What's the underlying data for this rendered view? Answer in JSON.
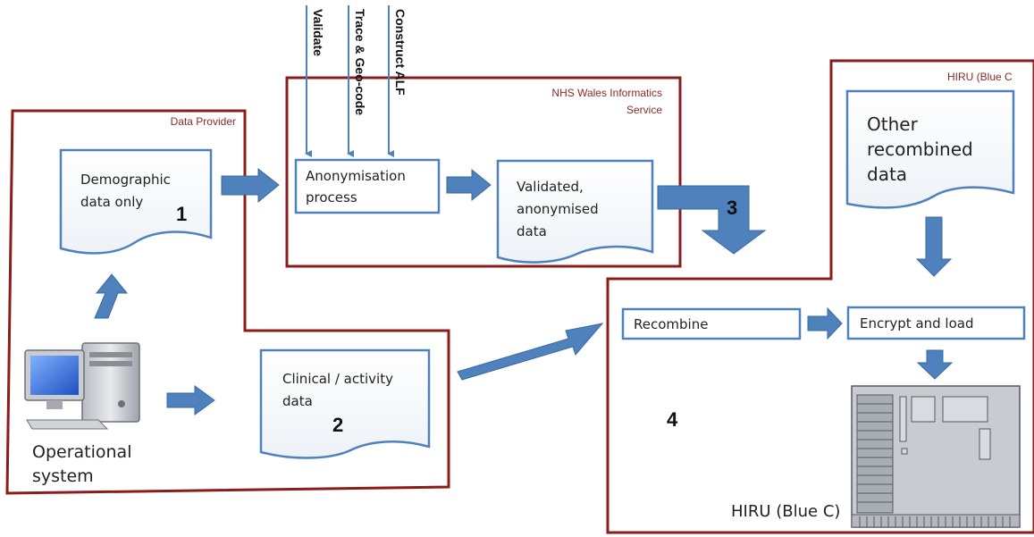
{
  "zones": {
    "data_provider": "Data Provider",
    "nhs_line1": "NHS Wales Informatics",
    "nhs_line2": "Service",
    "hiru_top": "HIRU (Blue C"
  },
  "steps": [
    "Validate",
    "Trace & Geo-code",
    "Construct ALF"
  ],
  "documents": {
    "demographic": {
      "line1": "Demographic",
      "line2": "data only",
      "number": "1"
    },
    "clinical": {
      "line1": "Clinical / activity",
      "line2": "data",
      "number": "2"
    },
    "validated": {
      "line1": "Validated,",
      "line2": "anonymised",
      "line3": "data"
    },
    "other": {
      "line1": "Other",
      "line2": "recombined",
      "line3": "data"
    }
  },
  "boxes": {
    "anonymisation_line1": "Anonymisation",
    "anonymisation_line2": "process",
    "recombine": "Recombine",
    "encrypt": "Encrypt and load"
  },
  "numbers": {
    "n3": "3",
    "n4": "4"
  },
  "operational": {
    "line1": "Operational",
    "line2": "system"
  },
  "server_label": "HIRU (Blue C)",
  "colors": {
    "zone_border": "#8b1c1c",
    "box_border": "#4f81bd",
    "arrow_fill": "#4f81bd",
    "arrow_stroke": "#3a6aa0"
  },
  "icons": {
    "computer": "computer-icon",
    "server": "server-board-icon"
  }
}
